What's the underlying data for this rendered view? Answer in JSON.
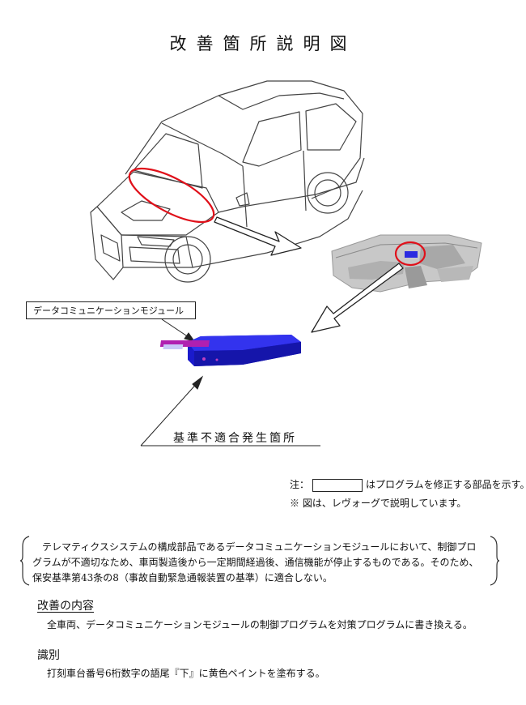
{
  "title": "改善箇所説明図",
  "module_label": "データコミュニケーションモジュール",
  "nonconformity_label": "基準不適合発生箇所",
  "note": {
    "prefix": "注：",
    "suffix": "はプログラムを修正する部品を示す。",
    "remark": "※ 図は、レヴォーグで説明しています。"
  },
  "description": "テレマティクスシステムの構成部品であるデータコミュニケーションモジュールにおいて、制御プログラムが不適切なため、車両製造後から一定期間経過後、通信機能が停止するものである。そのため、保安基準第43条の8（事故自動緊急通報装置の基準）に適合しない。",
  "improvement": {
    "heading": "改善の内容",
    "body": "全車両、データコミュニケーションモジュールの制御プログラムを対策プログラムに書き換える。"
  },
  "identification": {
    "heading": "識別",
    "body": "打刻車台番号6桁数字の語尾『下』に黄色ペイントを塗布する。"
  },
  "colors": {
    "highlight_red": "#e0101a",
    "module_blue": "#1a1acc",
    "module_magenta": "#b020b0"
  }
}
